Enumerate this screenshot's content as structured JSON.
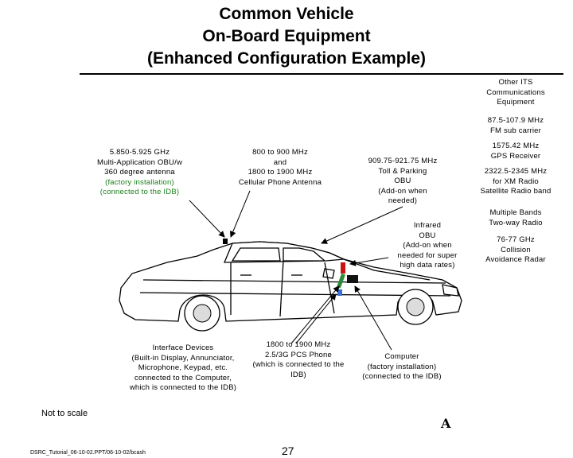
{
  "title": {
    "line1": "Common Vehicle",
    "line2": "On-Board Equipment",
    "line3": "(Enhanced Configuration Example)"
  },
  "labels": {
    "dsrc": {
      "l1": "5.850-5.925 GHz",
      "l2": "Multi-Application OBU/w",
      "l3": "360 degree antenna",
      "l4": "(factory installation)",
      "l5": "(connected to the IDB)"
    },
    "cellular": {
      "l1": "800 to 900 MHz",
      "l2": "and",
      "l3": "1800 to 1900 MHz",
      "l4": "Cellular Phone Antenna"
    },
    "toll": {
      "l1": "909.75-921.75 MHz",
      "l2": "Toll & Parking",
      "l3": "OBU",
      "l4": "(Add-on when",
      "l5": "needed)"
    },
    "infrared": {
      "l1": "Infrared",
      "l2": "OBU",
      "l3": "(Add-on when",
      "l4": "needed for super",
      "l5": "high data rates)"
    },
    "its": {
      "l1": "Other ITS",
      "l2": "Communications",
      "l3": "Equipment"
    },
    "fm": {
      "l1": "87.5-107.9 MHz",
      "l2": "FM sub carrier"
    },
    "gps": {
      "l1": "1575.42 MHz",
      "l2": "GPS Receiver"
    },
    "xm": {
      "l1": "2322.5-2345 MHz",
      "l2": "for XM Radio",
      "l3": "Satellite Radio band"
    },
    "radio": {
      "l1": "Multiple Bands",
      "l2": "Two-way Radio"
    },
    "radar": {
      "l1": "76-77 GHz",
      "l2": "Collision",
      "l3": "Avoidance Radar"
    },
    "interface": {
      "l1": "Interface Devices",
      "l2": "(Built-in Display, Annunciator,",
      "l3": "Microphone, Keypad, etc.",
      "l4": "connected to the Computer,",
      "l5": "which is connected to the IDB)"
    },
    "pcs": {
      "l1": "1800 to 1900 MHz",
      "l2": "2.5/3G PCS Phone",
      "l3": "(which is connected to the",
      "l4": "IDB)"
    },
    "computer": {
      "l1": "Computer",
      "l2": "(factory installation)",
      "l3": "(connected to the IDB)"
    }
  },
  "footer": {
    "not_to_scale": "Not to scale",
    "file": "DSRC_Tutorial_06-10-02.PPT/06-10-02/bcash",
    "page": "27",
    "logo": "A"
  },
  "colors": {
    "installation_note": "#1a7f1a",
    "pcs_phone": "#2e8b3a",
    "obu_module": "#3a6fd8",
    "infrared_obu": "#cc1111"
  }
}
